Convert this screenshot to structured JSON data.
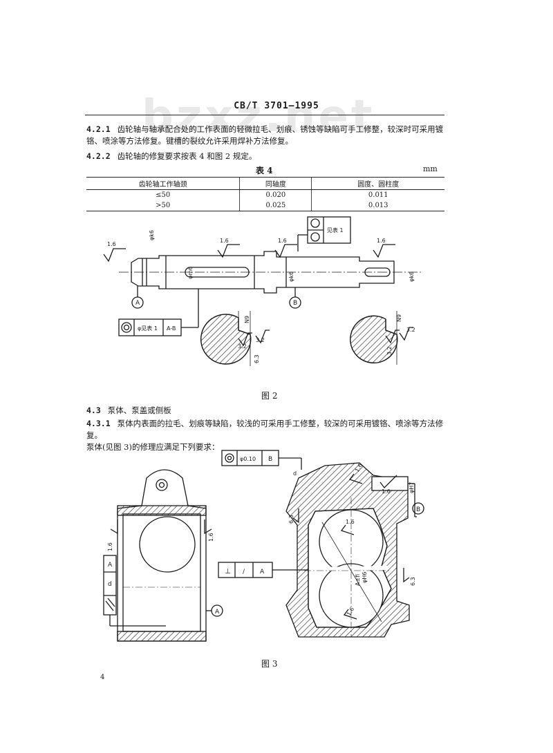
{
  "watermark": "bzxz.net",
  "header": {
    "code": "CB/T 3701—1995"
  },
  "sec_4_2_1": {
    "num": "4.2.1",
    "line1": "齿轮轴与轴承配合处的工作表面的轻微拉毛、划痕、锈蚀等缺陷可手工修整，较深时可采用镀",
    "line2": "铬、喷涂等方法修复。键槽的裂纹允许采用焊补方法修复。"
  },
  "sec_4_2_2": {
    "num": "4.2.2",
    "text": "齿轮轴的修复要求按表 4 和图 2 规定。"
  },
  "table4": {
    "title": "表 4",
    "unit": "mm",
    "headers": [
      "齿轮轴工作轴颈",
      "同轴度",
      "圆度、圆柱度"
    ],
    "rows": [
      [
        "≤50",
        "0.020",
        "0.011"
      ],
      [
        ">50",
        "0.025",
        "0.013"
      ]
    ]
  },
  "fig2": {
    "caption": "图 2",
    "labels": {
      "rough": "1.6",
      "rough2": "3.2",
      "rough3": "6.3",
      "datum_a": "A",
      "datum_b": "B",
      "see_table": "见表 1",
      "tol_value": "φ见表 1",
      "tol_datum": "A-B",
      "dia_k6": "φk6",
      "dia_m6": "φm6",
      "n9": "N9"
    }
  },
  "sec_4_3": {
    "num": "4.3",
    "text": "泵体、泵盖或侧板"
  },
  "sec_4_3_1": {
    "num": "4.3.1",
    "line1": "泵体内表面的拉毛、划痕等缺陷，较浅的可采用手工修整，较深的可采用镀铬、喷涂等方法修复。",
    "line2": "泵体(见图 3)的修理应满足下列要求："
  },
  "fig3": {
    "caption": "图 3",
    "labels": {
      "tol_value": "φ0.10",
      "datum_b": "B",
      "datum_a": "A",
      "rough": "1.6",
      "rough2": "3.2",
      "rough3": "6.3",
      "dia_h7": "φH7",
      "perp": "⊥",
      "slash": "/",
      "a_h6": "A±fi",
      "dia_h6": "φH6",
      "d": "d"
    }
  },
  "page_number": "4"
}
